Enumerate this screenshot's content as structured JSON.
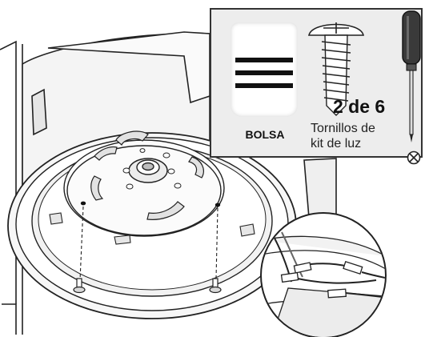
{
  "callout": {
    "bag_label": "BOLSA",
    "count": "2 de 6",
    "caption_line1": "Tornillos de",
    "caption_line2": "kit de luz"
  },
  "icons": {
    "bag": "parts-bag-icon",
    "screw": "screw-icon",
    "screwdriver": "phillips-screwdriver-icon",
    "phillips": "phillips-head-symbol-icon"
  },
  "colors": {
    "line": "#222222",
    "panel_background": "#ededed",
    "shade": "#dcdcdc",
    "screwdriver_handle": "#3a3a3a"
  }
}
